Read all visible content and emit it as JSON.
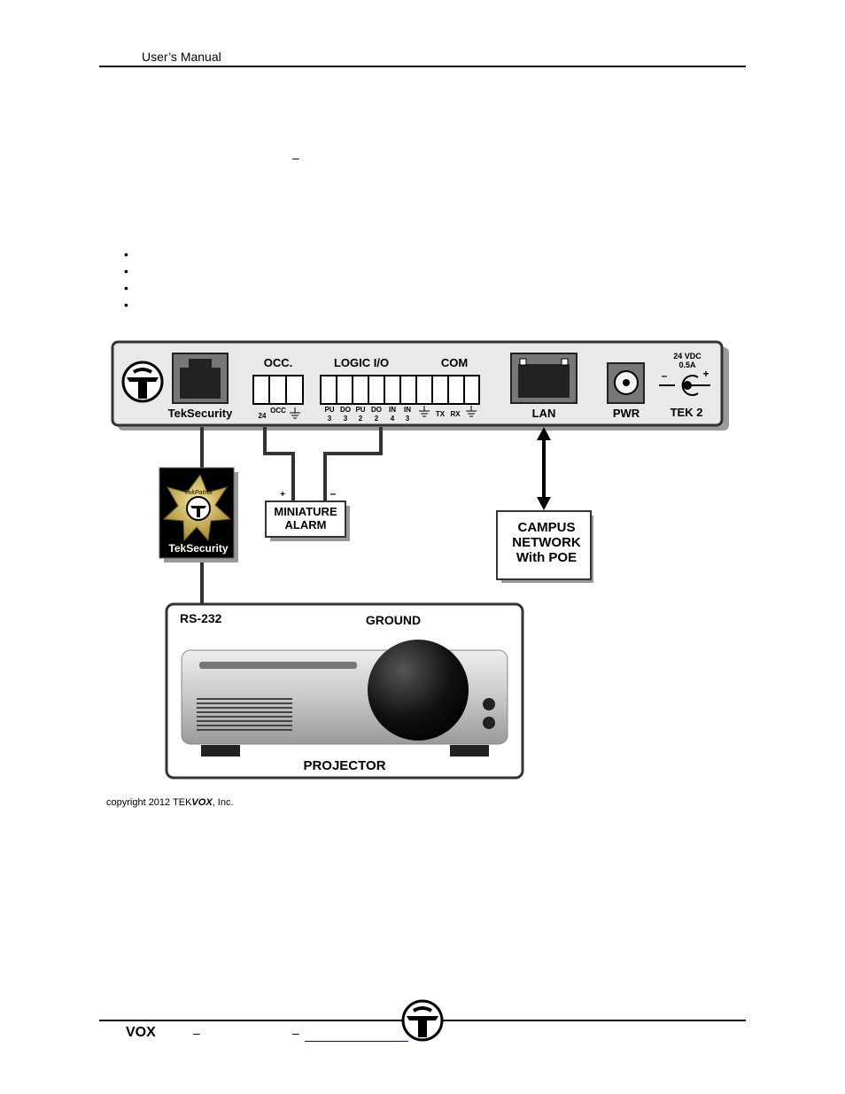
{
  "header": {
    "title": "User’s Manual"
  },
  "body": {
    "dash": "–",
    "bullets": [
      "",
      "",
      "",
      ""
    ]
  },
  "diagram": {
    "panel": {
      "teksecurity_port": "TekSecurity",
      "occ_header": "OCC.",
      "occ_pins": [
        "24",
        "OCC"
      ],
      "logic_header": "LOGIC I/O",
      "logic_pins": [
        [
          "PU",
          "3"
        ],
        [
          "DO",
          "3"
        ],
        [
          "PU",
          "2"
        ],
        [
          "DO",
          "2"
        ],
        [
          "IN",
          "4"
        ],
        [
          "IN",
          "3"
        ]
      ],
      "com_header": "COM",
      "com_pins": [
        "TX",
        "RX"
      ],
      "lan": "LAN",
      "pwr": "PWR",
      "power_spec_1": "24 VDC",
      "power_spec_2": "0.5A",
      "polarity_minus": "–",
      "polarity_plus": "+",
      "model": "TEK 2"
    },
    "alarm": {
      "plus": "+",
      "minus": "–",
      "line1": "MINIATURE",
      "line2": "ALARM"
    },
    "badge": {
      "top_text": "TekPatrol",
      "label": "TekSecurity"
    },
    "network": {
      "line1": "CAMPUS",
      "line2": "NETWORK",
      "line3": "With POE"
    },
    "projector": {
      "rs232": "RS-232",
      "ground": "GROUND",
      "label": "PROJECTOR"
    }
  },
  "copyright": {
    "prefix": "copyright 2012 TEK",
    "brand": "VOX",
    "suffix": ", Inc."
  },
  "footer": {
    "brand": "VOX",
    "dash1": "–",
    "dash2": "–"
  }
}
